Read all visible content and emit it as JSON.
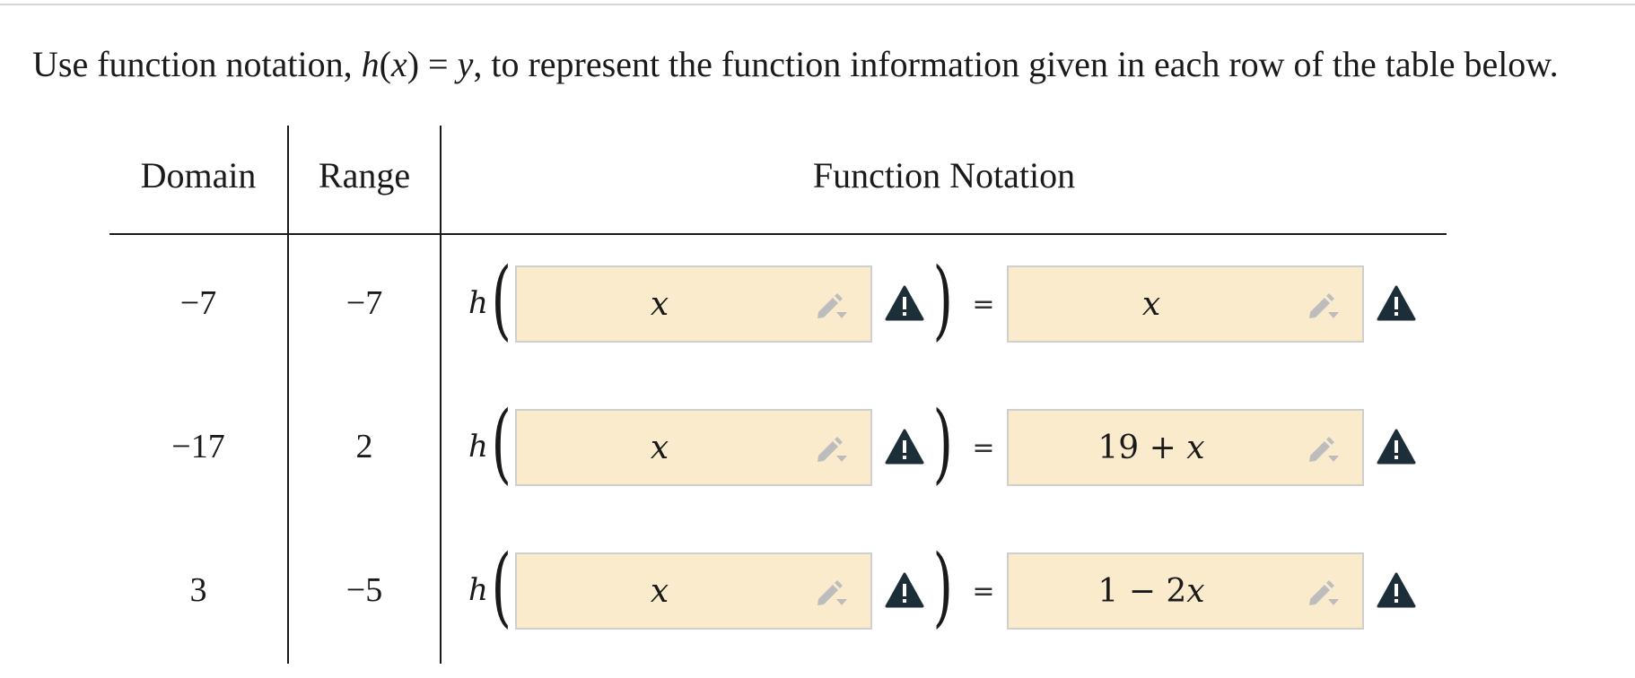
{
  "instructions": {
    "before": "Use function notation, ",
    "math_h": "h",
    "math_open": "(",
    "math_x": "x",
    "math_close": ")",
    "math_eq": " = ",
    "math_y": "y",
    "after": ", to represent the function information given in each row of the table below."
  },
  "table": {
    "headers": {
      "domain": "Domain",
      "range": "Range",
      "function_notation": "Function Notation"
    },
    "fn_letter": "h",
    "equals": "=",
    "rows": [
      {
        "domain": "−7",
        "range": "−7",
        "input": "x",
        "output_parts": [
          "",
          "x"
        ]
      },
      {
        "domain": "−17",
        "range": "2",
        "input": "x",
        "output_parts": [
          "19 + ",
          "x"
        ]
      },
      {
        "domain": "3",
        "range": "−5",
        "input": "x",
        "output_parts": [
          "1 − 2",
          "x"
        ]
      }
    ]
  },
  "colors": {
    "input_bg": "#fbebcd",
    "input_border": "#cfcfcf",
    "warning_icon": "#1c2f38",
    "pencil_icon": "#bdbdbd"
  },
  "icons": {
    "edit": "pencil-dropdown-icon",
    "warning": "warning-triangle-icon"
  }
}
